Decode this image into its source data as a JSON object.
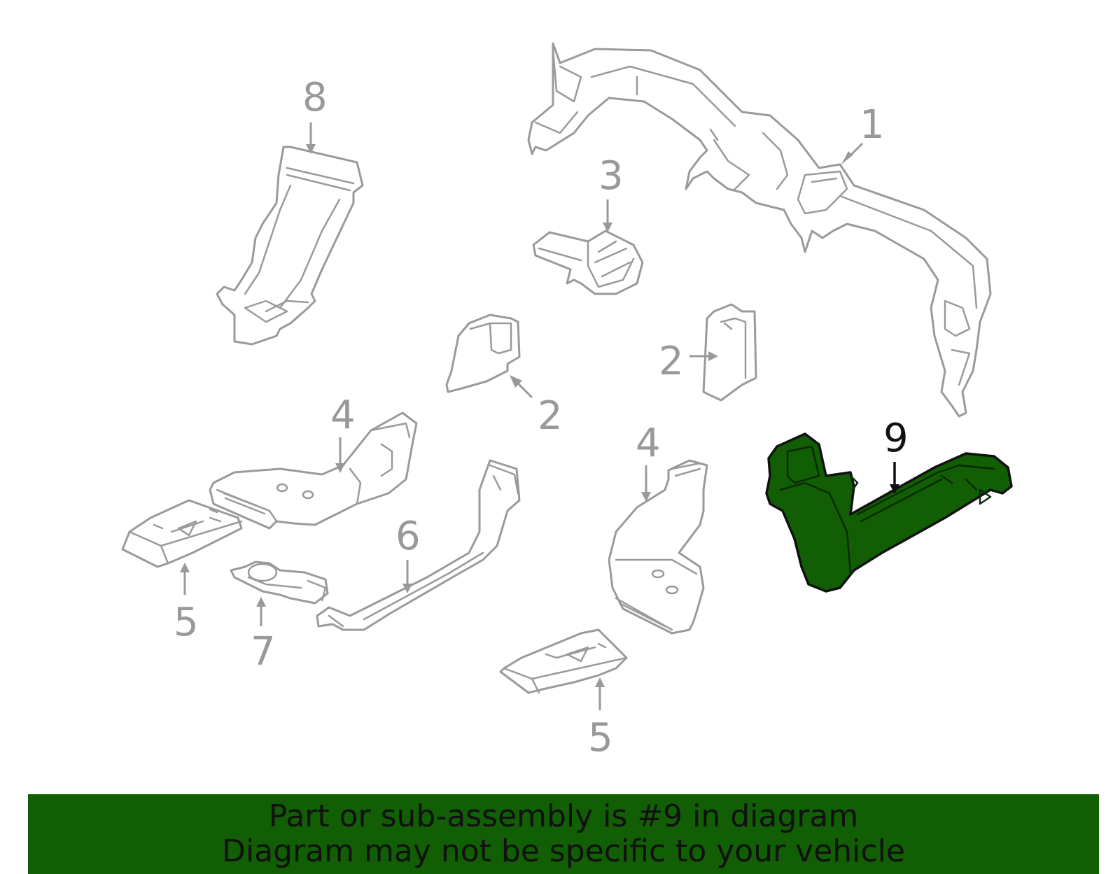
{
  "colors": {
    "highlight": "#115e04",
    "outline": "#9a9a9a",
    "callout_gray": "#999999",
    "callout_active": "#111111",
    "banner_background": "#115e04"
  },
  "callouts": [
    {
      "id": "1",
      "label": "1"
    },
    {
      "id": "2a",
      "label": "2"
    },
    {
      "id": "2b",
      "label": "2"
    },
    {
      "id": "3",
      "label": "3"
    },
    {
      "id": "4a",
      "label": "4"
    },
    {
      "id": "4b",
      "label": "4"
    },
    {
      "id": "5a",
      "label": "5"
    },
    {
      "id": "5b",
      "label": "5"
    },
    {
      "id": "6",
      "label": "6"
    },
    {
      "id": "7",
      "label": "7"
    },
    {
      "id": "8",
      "label": "8"
    },
    {
      "id": "9",
      "label": "9"
    }
  ],
  "highlighted_part": "9",
  "banner": {
    "line1": "Part or sub-assembly is #9 in diagram",
    "line2": "Diagram may not be specific to your vehicle"
  }
}
